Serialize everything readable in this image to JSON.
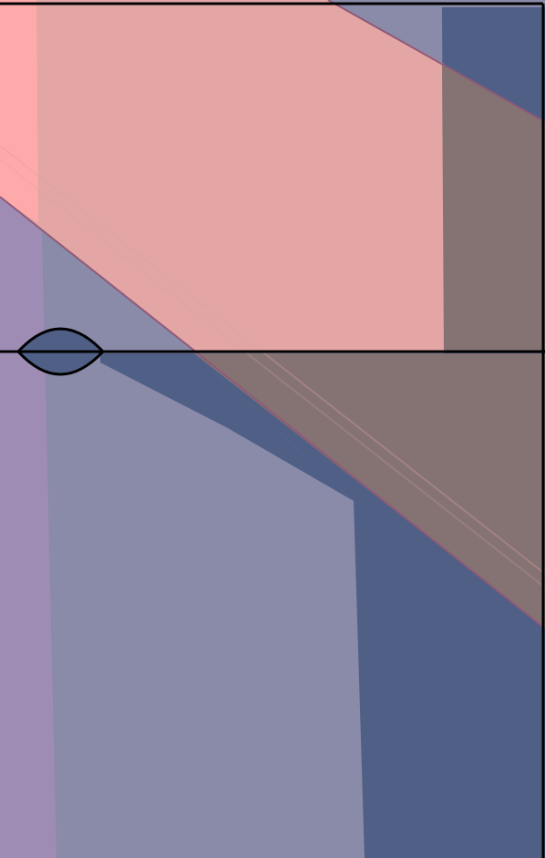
{
  "colors": {
    "background_lavender": "#8a8aa9",
    "left_strip_purple": "#9f8cb5",
    "dark_blue": "#4f5f86",
    "pink_band": "#e3a6a5",
    "bright_pink_edge": "#ffaaaa",
    "overlap_brown": "#857373",
    "band_edge_line": "#8f5a78",
    "outline_black": "#000000"
  },
  "shapes": [
    "background-panel",
    "left-purple-strip",
    "dark-blue-right-region",
    "dark-blue-shadow-wedge",
    "pink-diagonal-band",
    "brown-overlap-upper",
    "brown-overlap-lower",
    "lens-shape",
    "horizontal-divider-line",
    "outer-frame"
  ]
}
